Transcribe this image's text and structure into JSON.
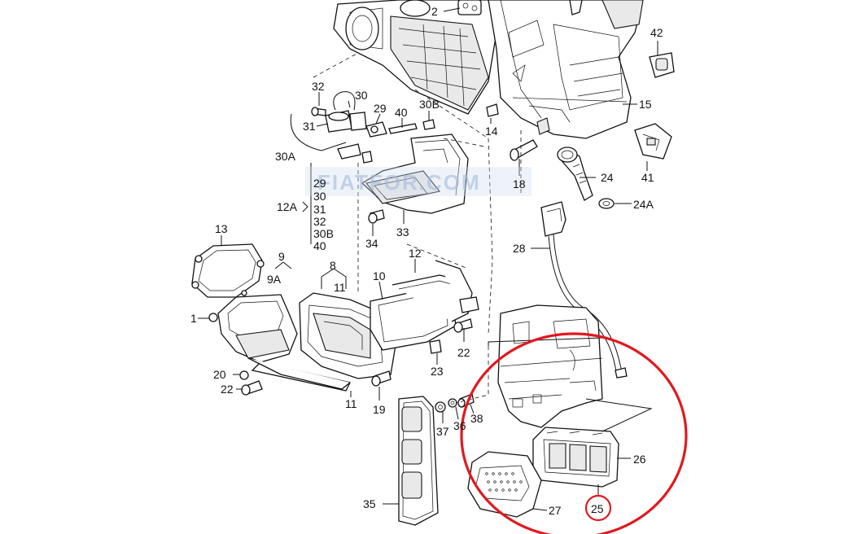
{
  "watermark": "FIATFOR.COM",
  "highlight": {
    "color": "#e0191f",
    "circled_label": "25"
  },
  "labels": {
    "l2": "2",
    "l42": "42",
    "l15": "15",
    "l41": "41",
    "l32": "32",
    "l30": "30",
    "l29": "29",
    "l30B": "30B",
    "l40": "40",
    "l31": "31",
    "l14": "14",
    "l30A": "30A",
    "l18": "18",
    "l24": "24",
    "l24A": "24A",
    "l12A": "12A",
    "g29": "29",
    "g30": "30",
    "g31": "31",
    "g32": "32",
    "g30B": "30B",
    "g40": "40",
    "l33": "33",
    "l34": "34",
    "l28": "28",
    "l13": "13",
    "l9": "9",
    "l9A": "9A",
    "l8": "8",
    "l11a": "11",
    "l10": "10",
    "l12": "12",
    "l1": "1",
    "l22a": "22",
    "l23": "23",
    "l20": "20",
    "l22b": "22",
    "l11b": "11",
    "l19": "19",
    "l37": "37",
    "l36": "36",
    "l38": "38",
    "l26": "26",
    "l35": "35",
    "l27": "27",
    "l25": "25"
  }
}
